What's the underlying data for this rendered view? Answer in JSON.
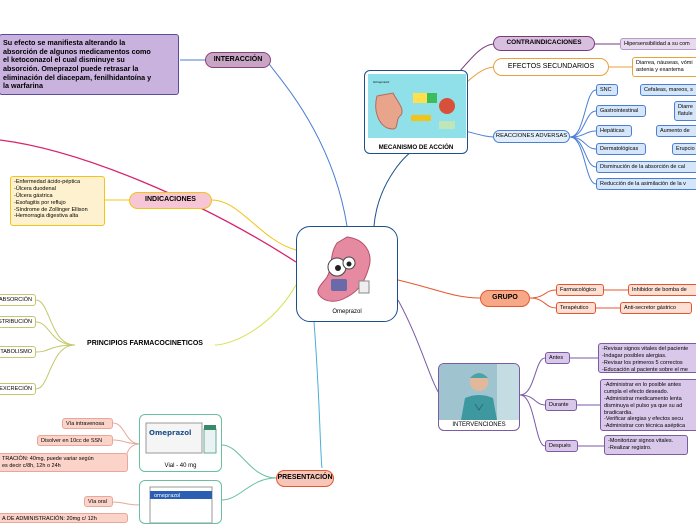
{
  "center": {
    "label": "Omeprazol"
  },
  "interaccion": {
    "title": "INTERACCIÓN",
    "text": "Su efecto se manifiesta alterando la\nabsorción de algunos medicamentos como\nel ketoconazol el cual disminuye su\nabsorción. Omeprazol puede retrasar la\neliminación del diacepam, fenilhidantoína y\nla warfarina"
  },
  "mecanismo": {
    "title": "MECANISMO DE ACCIÓN"
  },
  "contraindicaciones": {
    "title": "CONTRAINDICACIONES",
    "detail": "Hipersensibilidad a su com"
  },
  "efectos": {
    "title": "EFECTOS SECUNDARIOS",
    "detail": "Diarrea, náuseas, vómi\nastenia y exantema"
  },
  "reacciones": {
    "title": "REACCIONES ADVERSAS",
    "items": [
      {
        "label": "SNC",
        "detail": "Cefaleas, mareos, s"
      },
      {
        "label": "Gastrointestinal",
        "detail": "Diarre\nflatule"
      },
      {
        "label": "Hepáticas",
        "detail": "Aumento de"
      },
      {
        "label": "Dermatológicas",
        "detail": "Erupcio"
      },
      {
        "label": "Disminución de la absorción de cal",
        "detail": ""
      },
      {
        "label": "Reducción de la asimilación de la v",
        "detail": ""
      }
    ]
  },
  "indicaciones": {
    "title": "INDICACIONES",
    "text": "-Enfermedad ácido-péptica\n-Úlcera duodenal\n-Úlcera gástrica\n-Esofagitis por reflujo\n-Síndrome de Zollinger Ellison\n-Hemorragia digestiva alta"
  },
  "farmaco": {
    "title": "PRINCIPIOS FARMACOCINETICOS",
    "items": [
      "ABSORCIÓN",
      "DISTRIBUCIÓN",
      "METABOLISMO",
      "EXCRECIÓN"
    ]
  },
  "grupo": {
    "title": "GRUPO",
    "items": [
      {
        "label": "Farmacológico",
        "detail": "Inhibidor de bomba de"
      },
      {
        "label": "Terapéutico",
        "detail": "Anti-secretor gástrico"
      }
    ]
  },
  "intervenciones": {
    "title": "INTERVENCIONES",
    "antes": {
      "label": "Antes",
      "text": "-Revisar signos vitales del paciente\n-Indagar posibles alergias.\n-Revisar los primeros 5 correctos\n-Educación al paciente sobre el me"
    },
    "durante": {
      "label": "Durante",
      "text": "-Administrar en lo posible antes\ncumpla el efecto deseado.\n-Administrar medicamento lenta\ndisminuya el pulso ya que su ad\nbradicardia.\n-Verificar alergias y efectos secu\n-Administrar con técnica aséptica"
    },
    "despues": {
      "label": "Después",
      "text": "-Monitorizar signos vitales.\n-Realizar registro."
    }
  },
  "presentacion": {
    "title": "PRESENTACIÓN",
    "vial_caption": "Vial - 40 mg",
    "brand": "Omeprazol",
    "brand2": "omeprazol",
    "iv": {
      "route": "Vía intravenosa",
      "dissolve": "Disolver en 10cc de SSN",
      "admin": "TRACIÓN: 40mg, puede variar según\nes decir c/8h, 12h o 24h"
    },
    "oral": {
      "route": "Vía oral",
      "admin": "A DE ADMINISTRACIÓN: 20mg c/ 12h"
    }
  }
}
